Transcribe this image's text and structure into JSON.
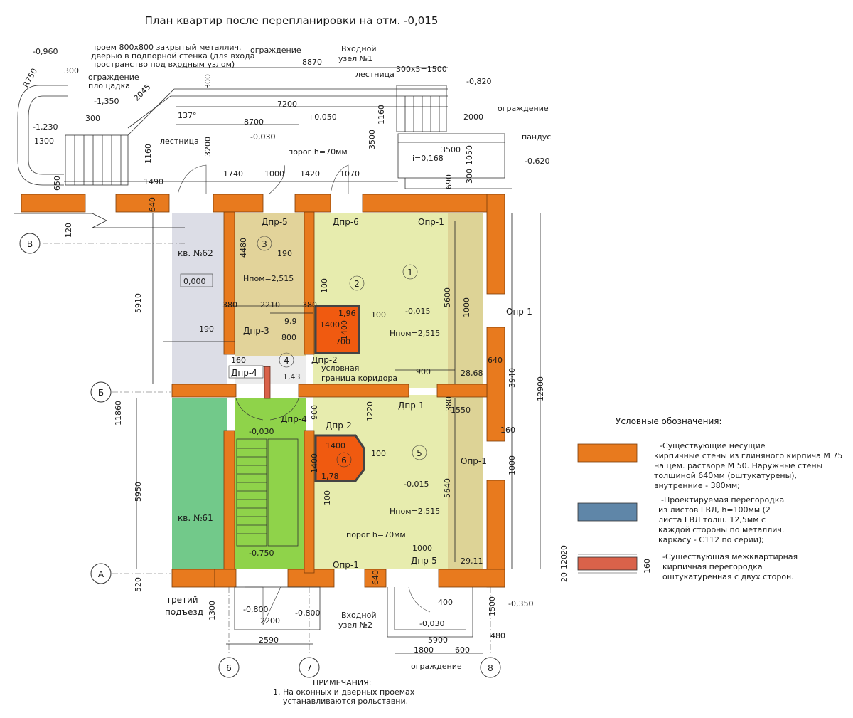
{
  "title": "План квартир после перепланировки на отм. -0,015",
  "legend": {
    "header": "Условные обозначения:",
    "items": [
      {
        "text": [
          "-Существующие несущие",
          "кирпичные стены из глиняного кирпича М 75",
          "на цем. растворе М 50. Наружные стены",
          "толщиной 640мм (оштукатурены),",
          "внутренние - 380мм;"
        ],
        "color": "#e87a1e"
      },
      {
        "text": [
          "-Проектируемая перегородка",
          "из листов ГВЛ, h=100мм (2",
          "листа ГВЛ толщ. 12,5мм с",
          "каждой стороны по металлич.",
          "каркасу - С112 по серии);"
        ],
        "color": "#5f86a8"
      },
      {
        "text": [
          "-Существующая межквартирная",
          "кирпичная перегородка",
          "оштукатуренная с двух сторон."
        ],
        "color": "#d9624a"
      }
    ],
    "dims": [
      "20",
      "120",
      "20",
      "160"
    ]
  },
  "notes": {
    "header": "ПРИМЕЧАНИЯ:",
    "lines": [
      "1.  На оконных и дверных проемах",
      "устанавливаются рольставни."
    ]
  },
  "axes": {
    "rows": [
      "В",
      "Б",
      "А"
    ],
    "cols": [
      "6",
      "7",
      "8"
    ]
  },
  "apartments": {
    "a62": "кв. №62",
    "a62_level": "0,000",
    "a61": "кв. №61",
    "entrance": "третий\nподъезд"
  },
  "top_notes": {
    "opening": [
      "проем 800х800 закрытый металлич.",
      "дверью в подпорной стенка (для входа",
      "пространство под входным узлом)"
    ],
    "fence1": "ограждение",
    "fence2": "ограждение",
    "platform": "площадка",
    "stairs1": "лестница",
    "stairs2": "лестница",
    "entry1": "Входной\nузел №1",
    "ramp": "пандус",
    "fence3": "ограждение",
    "threshold": "порог h=70мм",
    "threshold2": "порог h=70мм",
    "entry2": "Входной\nузел №2",
    "fence4": "ограждение",
    "slope": "i=0,168"
  },
  "levels": [
    "-0,960",
    "-1,350",
    "-1,230",
    "+0,050",
    "-0,030",
    "-0,820",
    "-0,620",
    "-0,015",
    "-0,015",
    "-0,030",
    "-0,750",
    "-0,800",
    "-0,800",
    "-0,030",
    "-0,350"
  ],
  "rooms": [
    {
      "num": "1",
      "area": "28,68",
      "h": "Нпом=2,515"
    },
    {
      "num": "2",
      "area": "1,96"
    },
    {
      "num": "3",
      "area": "9,9",
      "h": "Нпом=2,515"
    },
    {
      "num": "4",
      "area": "1,43"
    },
    {
      "num": "5",
      "area": "29,11",
      "h": "Нпом=2,515"
    },
    {
      "num": "6",
      "area": "1,78"
    }
  ],
  "openings": [
    "Дпр-5",
    "Дпр-6",
    "Опр-1",
    "Опр-1",
    "Дпр-3",
    "Дпр-2",
    "Дпр-4",
    "Дпр-4",
    "Дпр-1",
    "Дпр-2",
    "Опр-1",
    "Опр-1",
    "Дпр-5"
  ],
  "corridor": "условная\nграница коридора",
  "dims": {
    "top": [
      "8870",
      "300х5=1500",
      "7200",
      "8700",
      "2045",
      "300",
      "300",
      "300",
      "1300",
      "1160",
      "3200",
      "3500",
      "1160",
      "2000",
      "3500",
      "1050",
      "300",
      "1490",
      "1740",
      "1000",
      "1420",
      "1070",
      "650",
      "640",
      "690",
      "R750",
      "137°"
    ],
    "inner": [
      "4480",
      "190",
      "380",
      "2210",
      "380",
      "100",
      "100",
      "1400",
      "1400",
      "700",
      "800",
      "160",
      "190",
      "900",
      "5600",
      "1000",
      "380",
      "1550",
      "640",
      "3940",
      "12900",
      "160",
      "1000",
      "5640",
      "1220",
      "900",
      "1400",
      "1400",
      "100",
      "100",
      "1000",
      "5910",
      "11860",
      "5950",
      "520",
      "120"
    ],
    "bottom": [
      "2200",
      "2590",
      "1300",
      "640",
      "400",
      "5900",
      "1800",
      "600",
      "1500",
      "480"
    ]
  }
}
